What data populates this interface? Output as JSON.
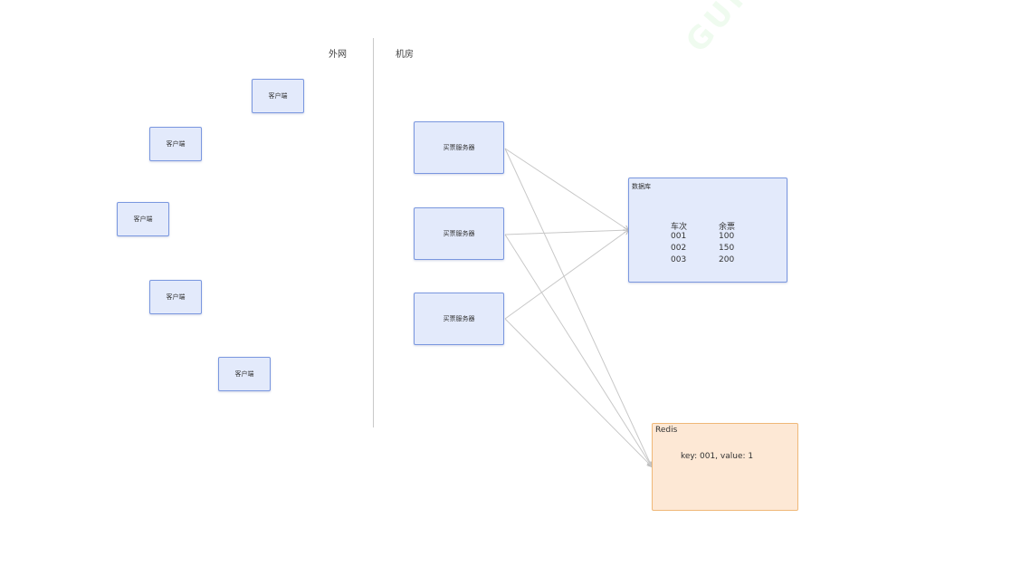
{
  "zones": {
    "external": "外网",
    "datacenter": "机房"
  },
  "clients": [
    {
      "label": "客户端"
    },
    {
      "label": "客户端"
    },
    {
      "label": "客户端"
    },
    {
      "label": "客户端"
    },
    {
      "label": "客户端"
    }
  ],
  "servers": [
    {
      "label": "买票服务器"
    },
    {
      "label": "买票服务器"
    },
    {
      "label": "买票服务器"
    }
  ],
  "database": {
    "title": "数据库",
    "columns": [
      "车次",
      "余票"
    ],
    "rows": [
      [
        "001",
        "100"
      ],
      [
        "002",
        "150"
      ],
      [
        "003",
        "200"
      ]
    ]
  },
  "redis": {
    "title": "Redis",
    "entry": "key: 001, value: 1"
  },
  "watermark": "GUILLC",
  "colors": {
    "node_fill": "#e3eafb",
    "node_border": "#7a97df",
    "redis_fill": "#fde8d5",
    "redis_border": "#f0b878",
    "connector": "#c8c8c8"
  }
}
